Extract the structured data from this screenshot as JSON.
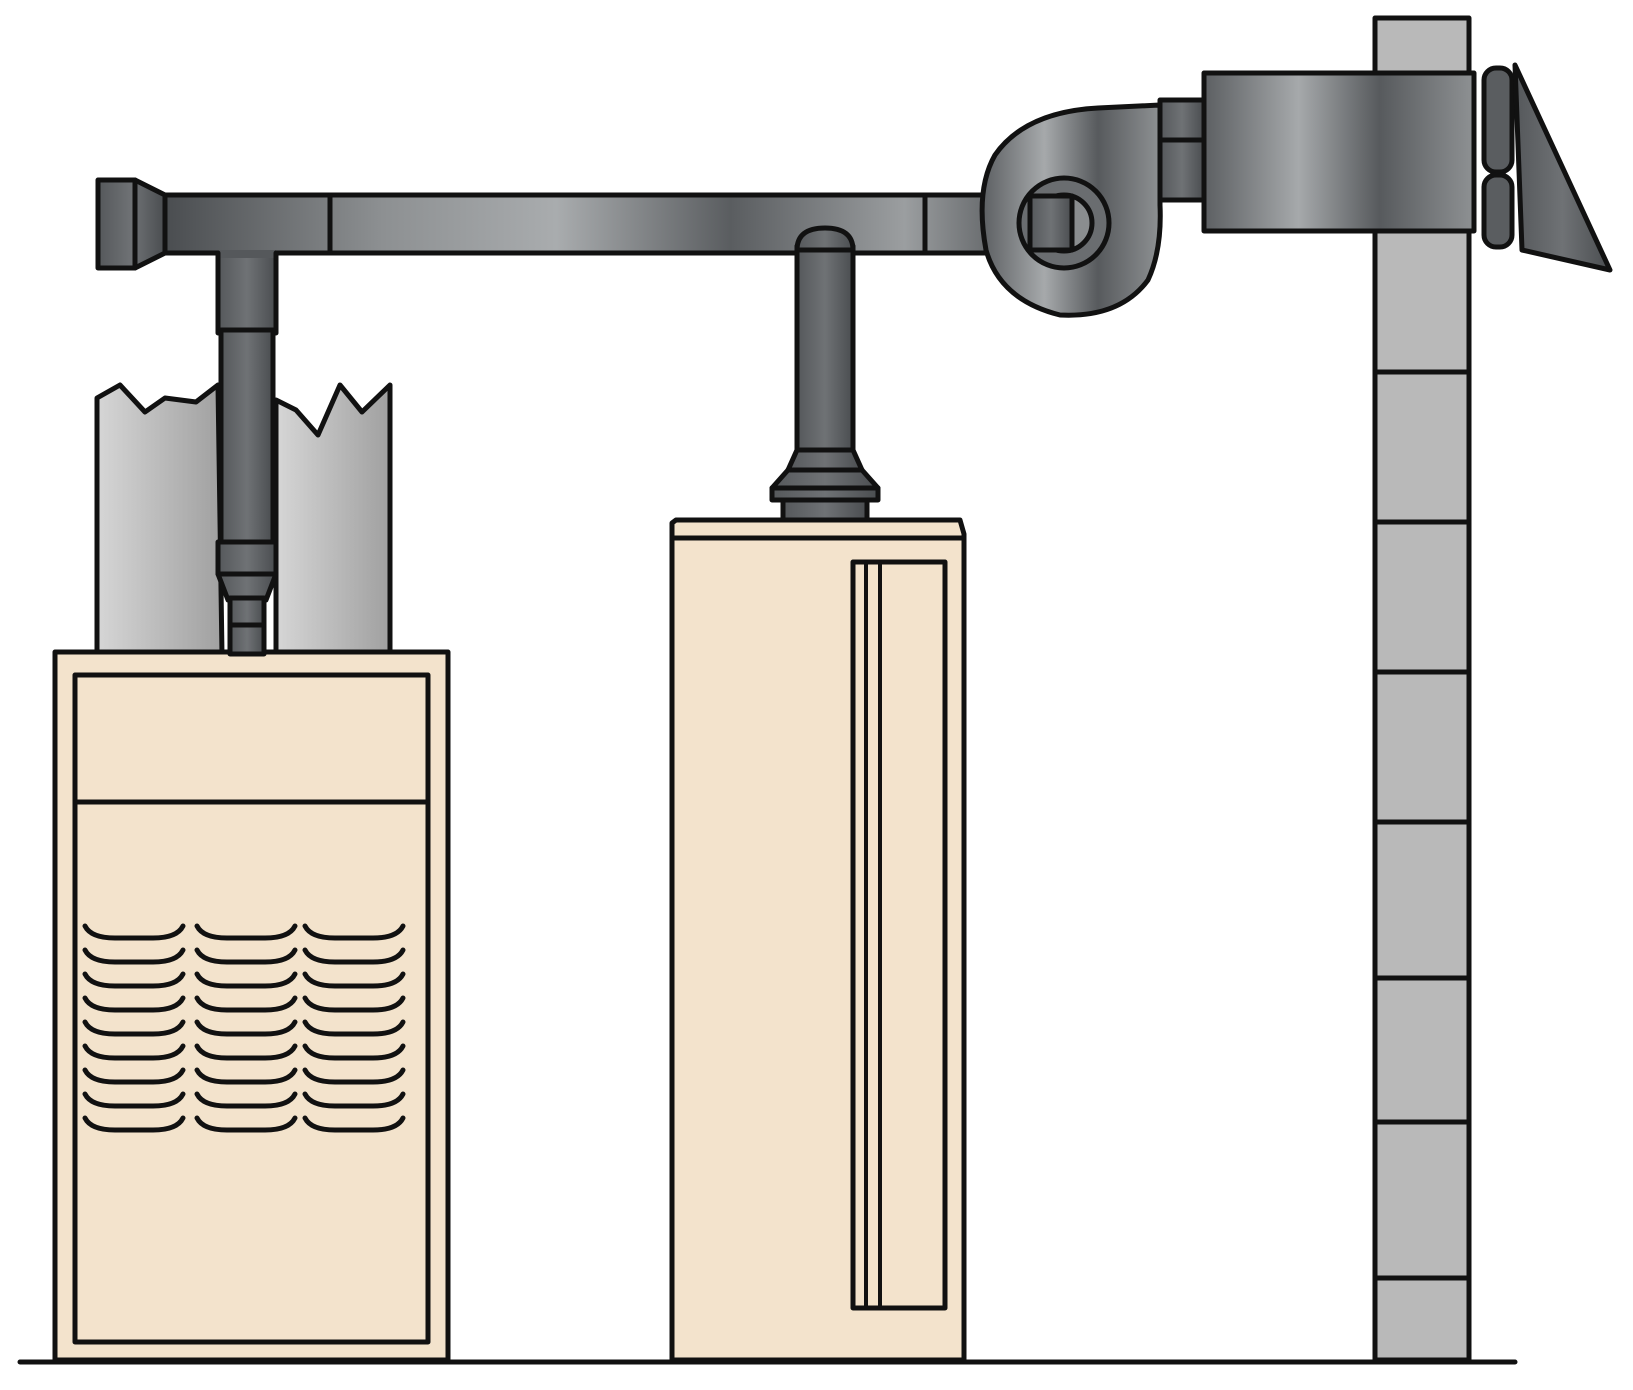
{
  "diagram": {
    "subject": "furnace-and-water-heater-venting-through-power-vent-fan",
    "colors": {
      "appliance_fill": "#f3e3cc",
      "outline": "#111111",
      "pipe_dark": "#4a4d50",
      "pipe_light": "#a9acae",
      "duct_fill": "#b8b8b8",
      "chimney_fill": "#b9b9b9",
      "background": "#ffffff"
    },
    "components": [
      {
        "id": "furnace",
        "icon": "furnace-icon"
      },
      {
        "id": "supply-plenum",
        "icon": "duct-icon"
      },
      {
        "id": "water-heater",
        "icon": "water-heater-icon"
      },
      {
        "id": "vent-connector",
        "icon": "pipe-icon"
      },
      {
        "id": "power-vent-fan",
        "icon": "fan-icon"
      },
      {
        "id": "chimney",
        "icon": "chimney-icon"
      },
      {
        "id": "floor",
        "icon": "floor-line-icon"
      }
    ],
    "furnace_louver_rows": 9,
    "furnace_louver_columns": 3,
    "chimney_block_courses": 9
  }
}
